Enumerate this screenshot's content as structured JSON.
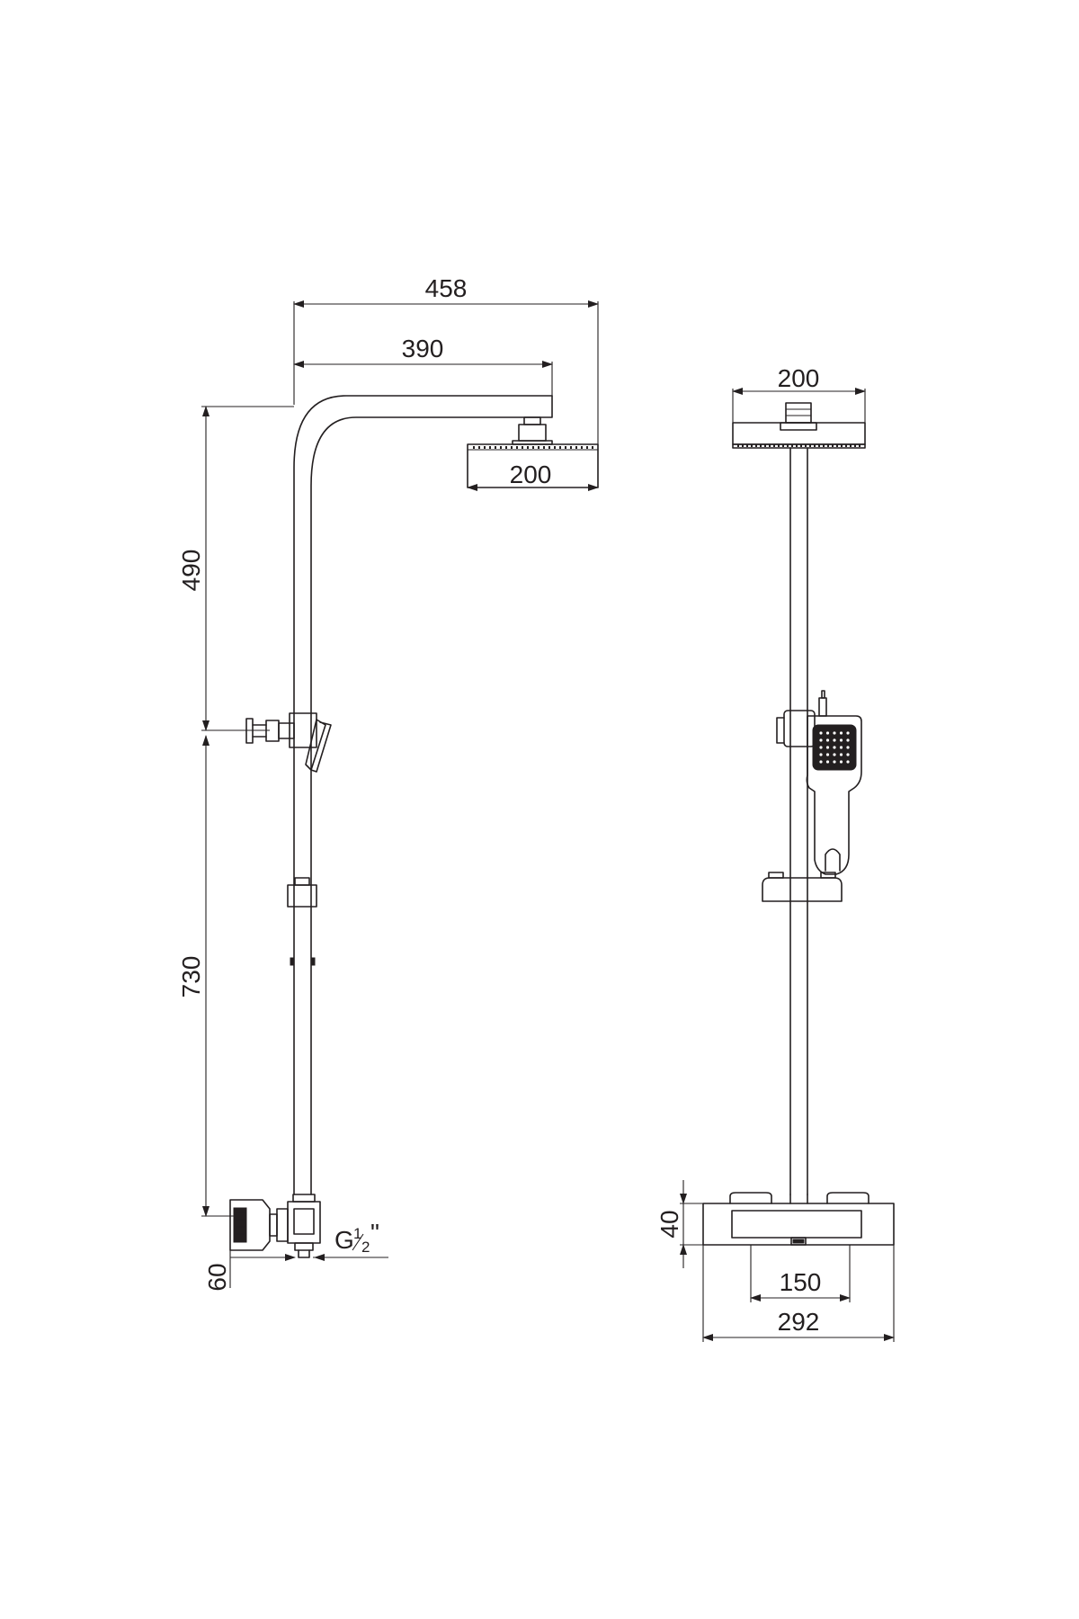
{
  "colors": {
    "line": "#231f20",
    "background": "#ffffff"
  },
  "side_view": {
    "overall_width": "458",
    "arm_length": "390",
    "head_width": "200",
    "upper_height": "490",
    "lower_height": "730",
    "outlet_offset": "60",
    "thread": {
      "prefix": "G",
      "numerator": "1",
      "denominator": "2",
      "suffix": "\""
    }
  },
  "front_view": {
    "head_width": "200",
    "mixer_height": "40",
    "inlet_centers": "150",
    "mixer_width": "292"
  }
}
